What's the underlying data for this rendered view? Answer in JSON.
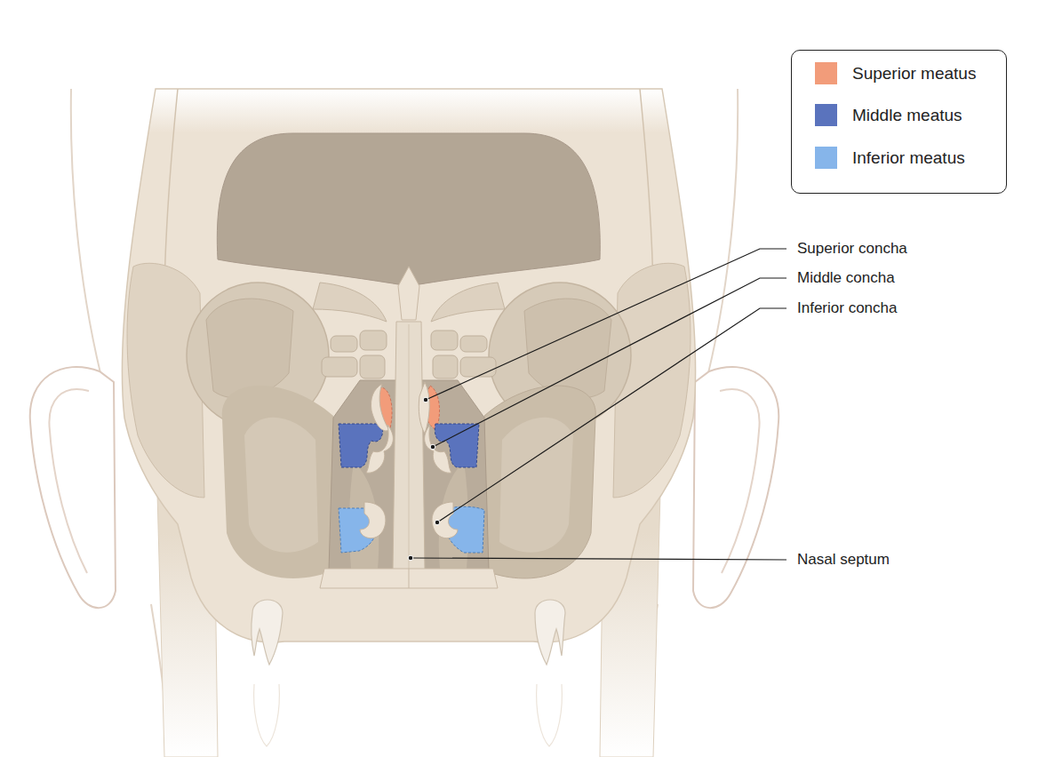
{
  "diagram": {
    "labels": [
      "Superior concha",
      "Middle concha",
      "Inferior concha",
      "Nasal septum"
    ],
    "legend": [
      {
        "text": "Superior meatus",
        "color": "#f29c7a"
      },
      {
        "text": "Middle meatus",
        "color": "#5a73bd"
      },
      {
        "text": "Inferior meatus",
        "color": "#86b5ea"
      }
    ]
  }
}
